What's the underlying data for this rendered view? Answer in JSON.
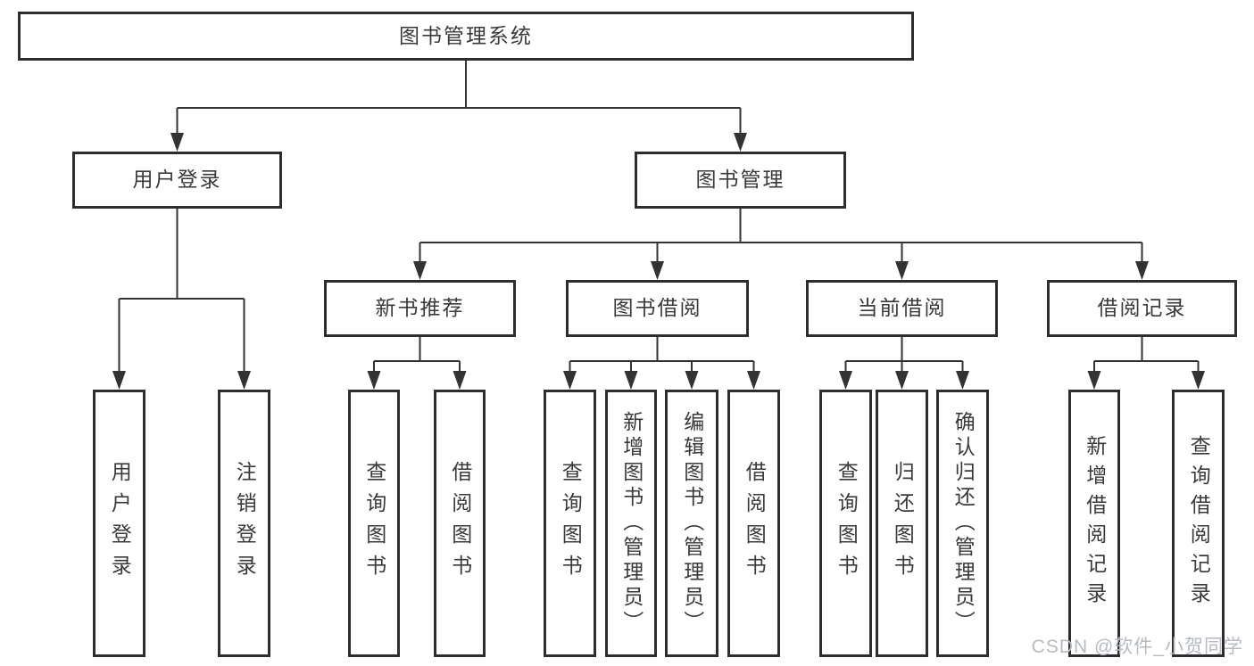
{
  "nodes": {
    "root": "图书管理系统",
    "user_login": "用户登录",
    "book_management": "图书管理",
    "new_book_recommend": "新书推荐",
    "book_borrowing": "图书借阅",
    "current_borrowing": "当前借阅",
    "borrowing_records": "借阅记录",
    "leaves": {
      "user_login": "用户登录",
      "logout": "注销登录",
      "nb_query_books": "查询图书",
      "nb_borrow_books": "借阅图书",
      "bb_query_books": "查询图书",
      "bb_add_book_admin": "新增图书（管理员）",
      "bb_edit_book_admin": "编辑图书（管理员）",
      "bb_borrow_books": "借阅图书",
      "cb_query_books": "查询图书",
      "cb_return_books": "归还图书",
      "cb_confirm_return_admin": "确认归还（管理员）",
      "br_add_record": "新增借阅记录",
      "br_query_record": "查询借阅记录"
    }
  },
  "watermark": {
    "text": "CSDN @软件_小贺同学"
  },
  "colors": {
    "line": "#333333",
    "box_border": "#2d2d2d",
    "text": "#3a3a3a",
    "watermark": "#b5bbc1",
    "background": "#ffffff"
  }
}
